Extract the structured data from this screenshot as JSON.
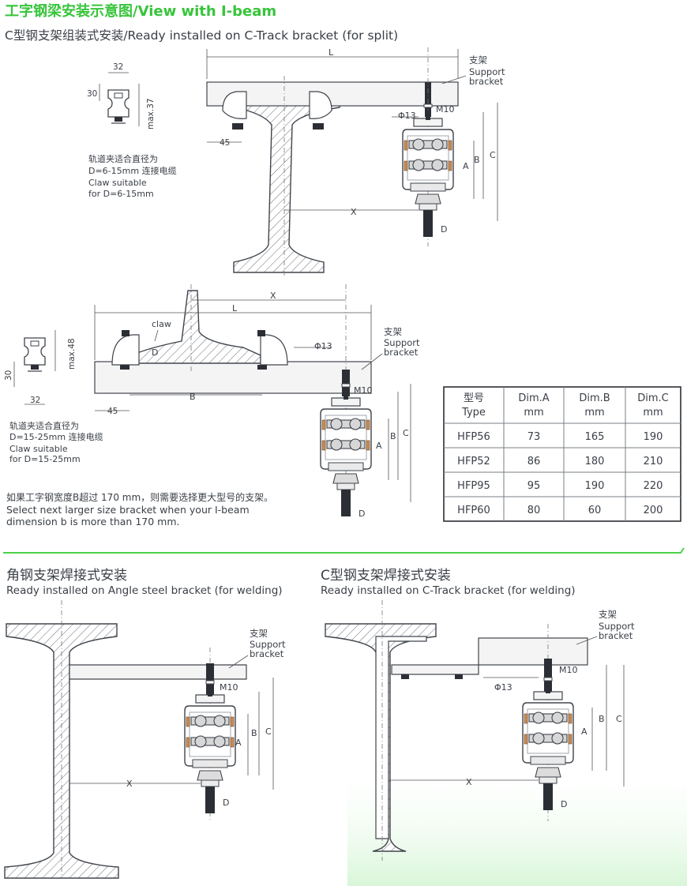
{
  "header": {
    "title": "工字钢梁安装示意图/View with I-beam",
    "subtitle": "C型钢支架组装式安装/Ready installed on C-Track bracket (for split)"
  },
  "section_split": {
    "claw_note_cn": "轨道夹适合直径为",
    "claw_note_cn2": "D=6-15mm 连接电缆",
    "claw_note_en": "Claw suitable",
    "claw_note_en2": "for D=6-15mm",
    "dims": {
      "w32": "32",
      "h30": "30",
      "max37": "max.37",
      "d45": "45",
      "L": "L",
      "X": "X",
      "A": "A",
      "B": "B",
      "C": "C",
      "D": "D",
      "M10": "M10",
      "phi13": "Φ13"
    },
    "support_cn": "支架",
    "support_en": "Support",
    "support_en2": "bracket"
  },
  "section_rail": {
    "claw_label": "claw",
    "claw_note_cn": "轨道夹适合直径为",
    "claw_note_cn2": "D=15-25mm 连接电缆",
    "claw_note_en": "Claw suitable",
    "claw_note_en2": "for D=15-25mm",
    "dims": {
      "w32": "32",
      "h30": "30",
      "max48": "max.48",
      "d45": "45",
      "L": "L",
      "X": "X",
      "A": "A",
      "B": "B",
      "C": "C",
      "D": "D",
      "M10": "M10",
      "phi13": "Φ13"
    },
    "support_cn": "支架",
    "support_en": "Support",
    "support_en2": "bracket",
    "note_cn": "如果工字钢宽度B超过 170 mm，则需要选择更大型号的支架。",
    "note_en": "Select next larger size bracket when your I-beam",
    "note_en2": "dimension b is more than 170 mm."
  },
  "table": {
    "headers": [
      {
        "cn": "型号",
        "en": "Type"
      },
      {
        "cn": "Dim.A",
        "en": "mm"
      },
      {
        "cn": "Dim.B",
        "en": "mm"
      },
      {
        "cn": "Dim.C",
        "en": "mm"
      }
    ],
    "rows": [
      [
        "HFP56",
        "73",
        "165",
        "190"
      ],
      [
        "HFP52",
        "86",
        "180",
        "210"
      ],
      [
        "HFP95",
        "95",
        "190",
        "220"
      ],
      [
        "HFP60",
        "80",
        "60",
        "200"
      ]
    ]
  },
  "section_angle": {
    "title_cn": "角钢支架焊接式安装",
    "title_en": "Ready installed on Angle steel bracket (for welding)",
    "support_cn": "支架",
    "support_en": "Support",
    "support_en2": "bracket",
    "dims": {
      "M10": "M10",
      "A": "A",
      "B": "B",
      "C": "C",
      "X": "X",
      "D": "D"
    }
  },
  "section_ctrack_weld": {
    "title_cn": "C型钢支架焊接式安装",
    "title_en": "Ready installed on C-Track bracket (for welding)",
    "support_cn": "支架",
    "support_en": "Support",
    "support_en2": "bracket",
    "dims": {
      "M10": "M10",
      "phi13": "Φ13",
      "A": "A",
      "B": "B",
      "C": "C",
      "X": "X",
      "D": "D"
    }
  },
  "colors": {
    "title_green": "#37c43a",
    "divider_green": "#4cd14a",
    "line": "#40454c",
    "accent_copper": "#c98c52"
  }
}
